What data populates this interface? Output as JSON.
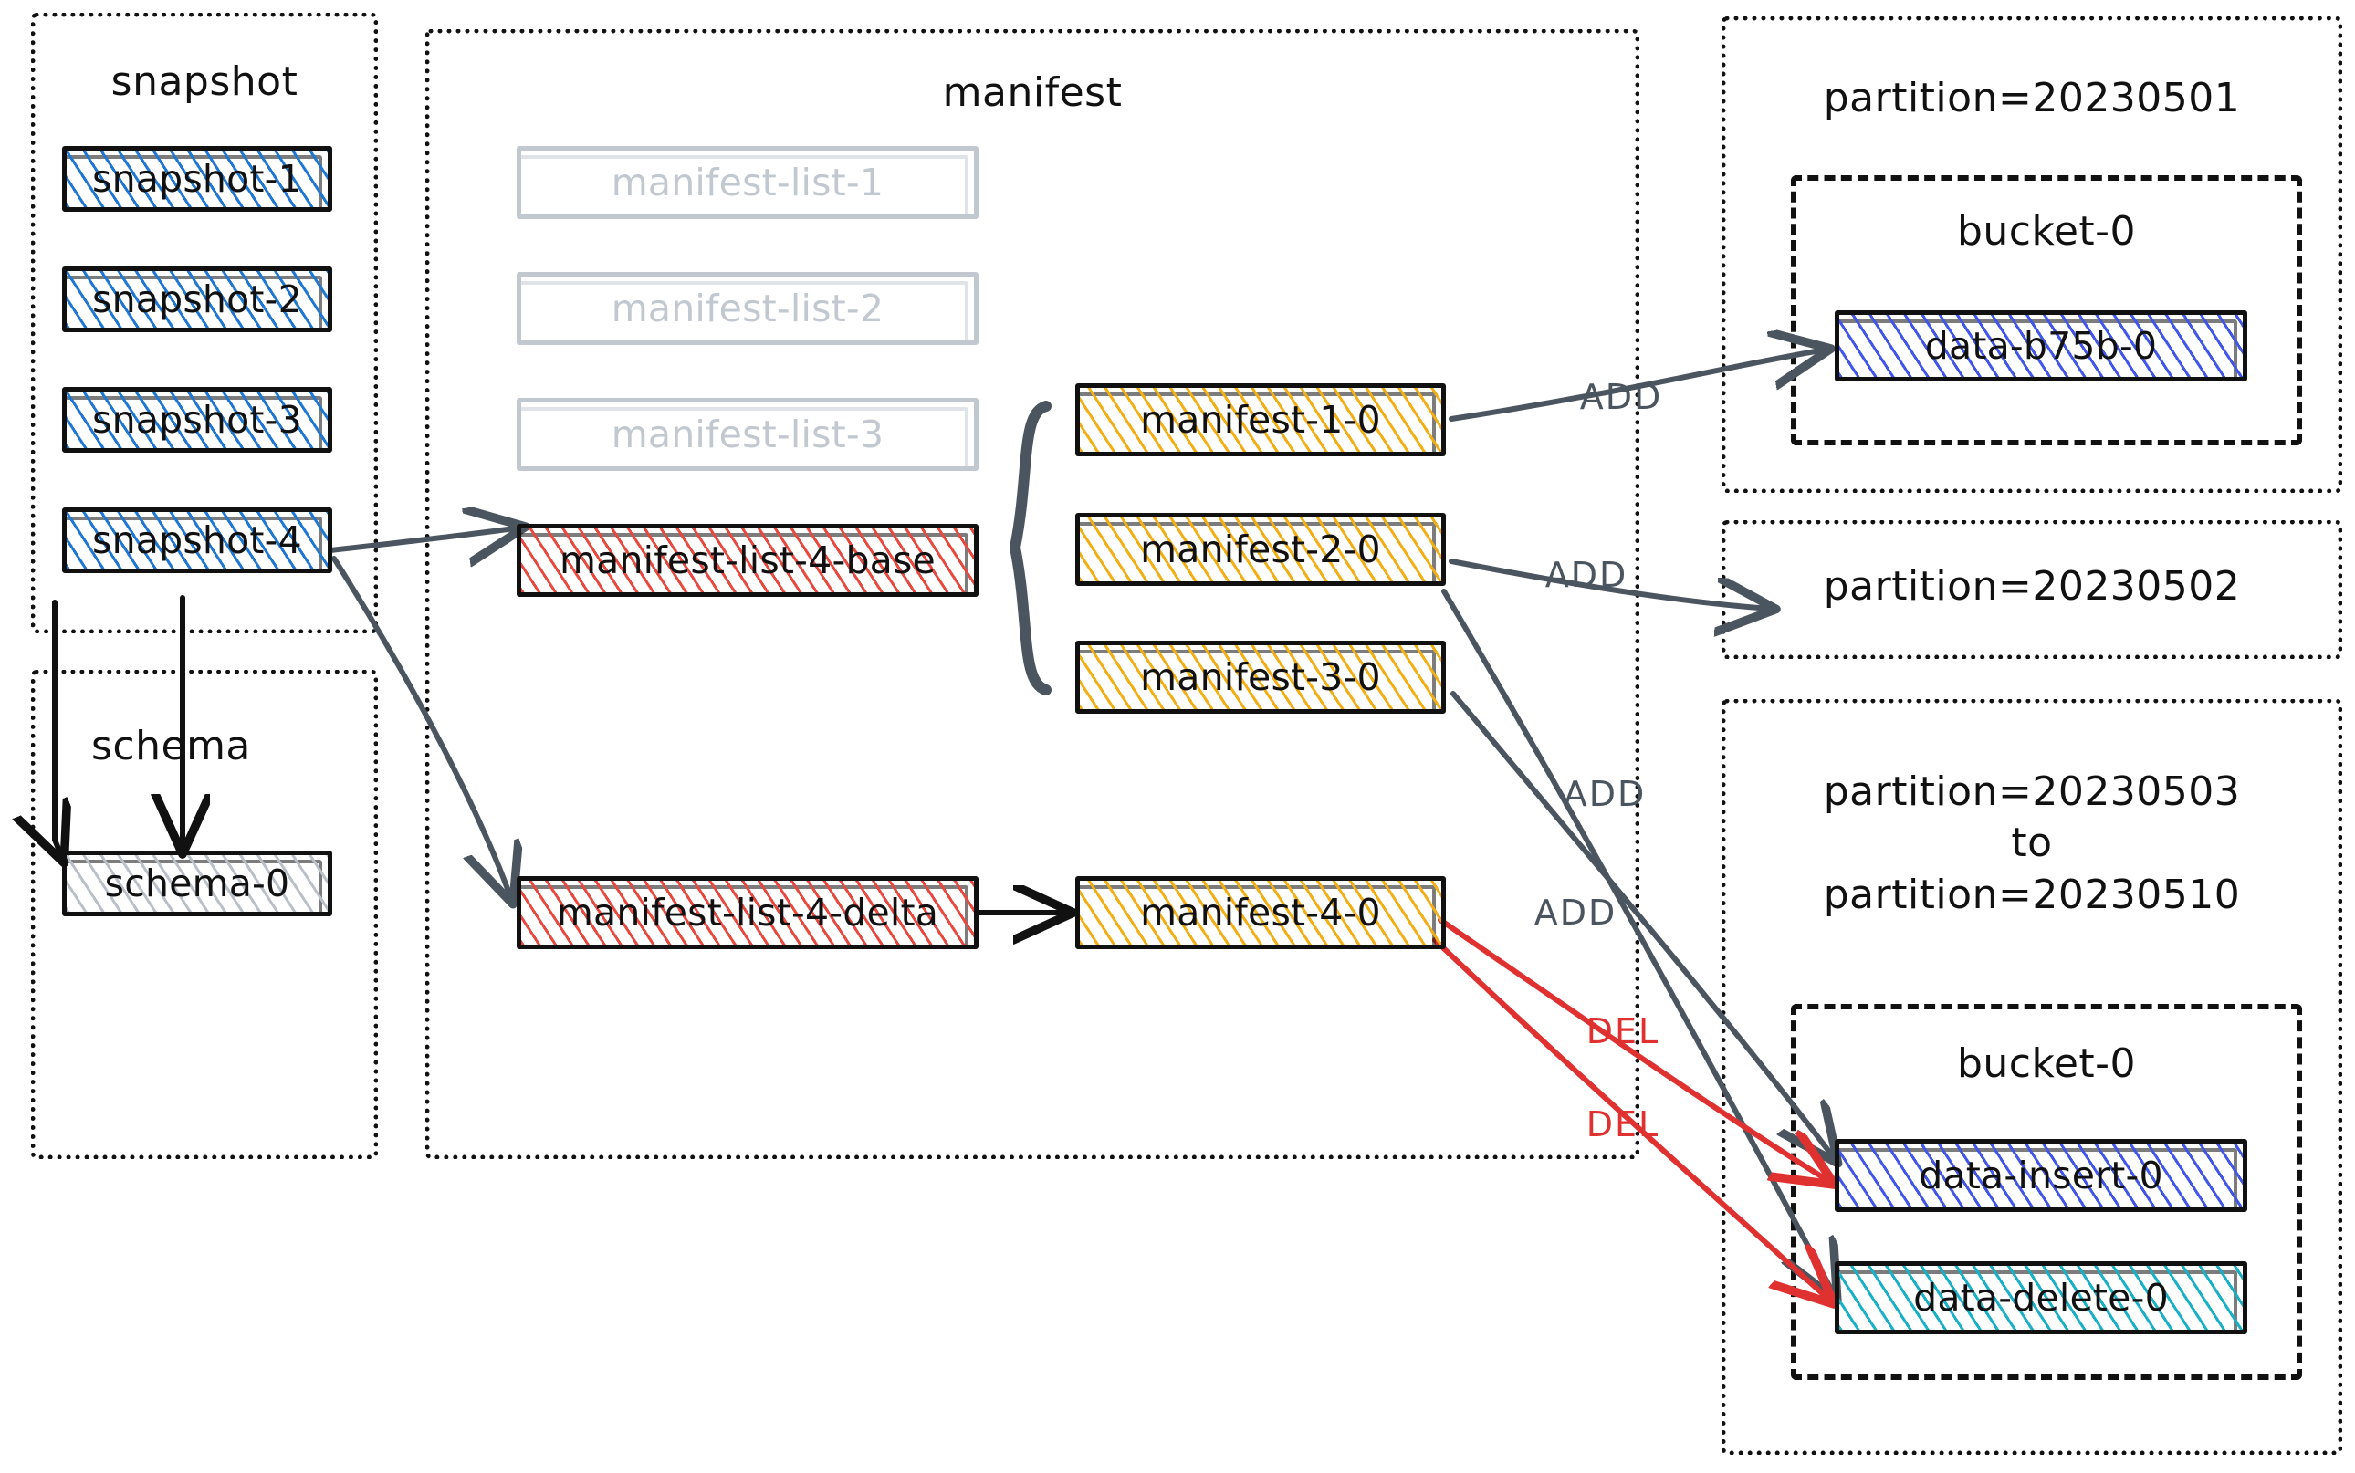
{
  "zones": {
    "snapshot": {
      "title": "snapshot"
    },
    "schema": {
      "title": "schema"
    },
    "manifest": {
      "title": "manifest"
    },
    "partition_a": {
      "title": "partition=20230501"
    },
    "partition_b": {
      "title": "partition=20230502"
    },
    "partition_c": {
      "title": "partition=20230503\nto\npartition=20230510"
    },
    "bucket_a": {
      "title": "bucket-0"
    },
    "bucket_c": {
      "title": "bucket-0"
    }
  },
  "snapshots": [
    {
      "label": "snapshot-1"
    },
    {
      "label": "snapshot-2"
    },
    {
      "label": "snapshot-3"
    },
    {
      "label": "snapshot-4"
    }
  ],
  "schema_nodes": [
    {
      "label": "schema-0"
    }
  ],
  "manifest_lists": [
    {
      "label": "manifest-list-1",
      "state": "dimmed"
    },
    {
      "label": "manifest-list-2",
      "state": "dimmed"
    },
    {
      "label": "manifest-list-3",
      "state": "dimmed"
    },
    {
      "label": "manifest-list-4-base",
      "state": "active"
    },
    {
      "label": "manifest-list-4-delta",
      "state": "active"
    }
  ],
  "manifests": [
    {
      "label": "manifest-1-0"
    },
    {
      "label": "manifest-2-0"
    },
    {
      "label": "manifest-3-0"
    },
    {
      "label": "manifest-4-0"
    }
  ],
  "data_files": [
    {
      "label": "data-b75b-0",
      "zone": "partition=20230501"
    },
    {
      "label": "data-insert-0",
      "zone": "partition=20230503 to partition=20230510"
    },
    {
      "label": "data-delete-0",
      "zone": "partition=20230503 to partition=20230510"
    }
  ],
  "edge_labels": [
    {
      "text": "ADD",
      "kind": "add"
    },
    {
      "text": "ADD",
      "kind": "add"
    },
    {
      "text": "ADD",
      "kind": "add"
    },
    {
      "text": "ADD",
      "kind": "add"
    },
    {
      "text": "DEL",
      "kind": "del"
    },
    {
      "text": "DEL",
      "kind": "del"
    }
  ],
  "colors": {
    "ink": "#111111",
    "arrow": "#4b555f",
    "delete_arrow": "#e03131",
    "snapshot_fill": "#1e77d3",
    "manifest_fill": "#f2ae13",
    "manifest_list_fill": "#e8493f",
    "schema_fill": "#b9c0c9",
    "dim": "#c2c8d0",
    "data_insert_fill": "#3f56e8",
    "data_delete_fill": "#18b0c4"
  }
}
